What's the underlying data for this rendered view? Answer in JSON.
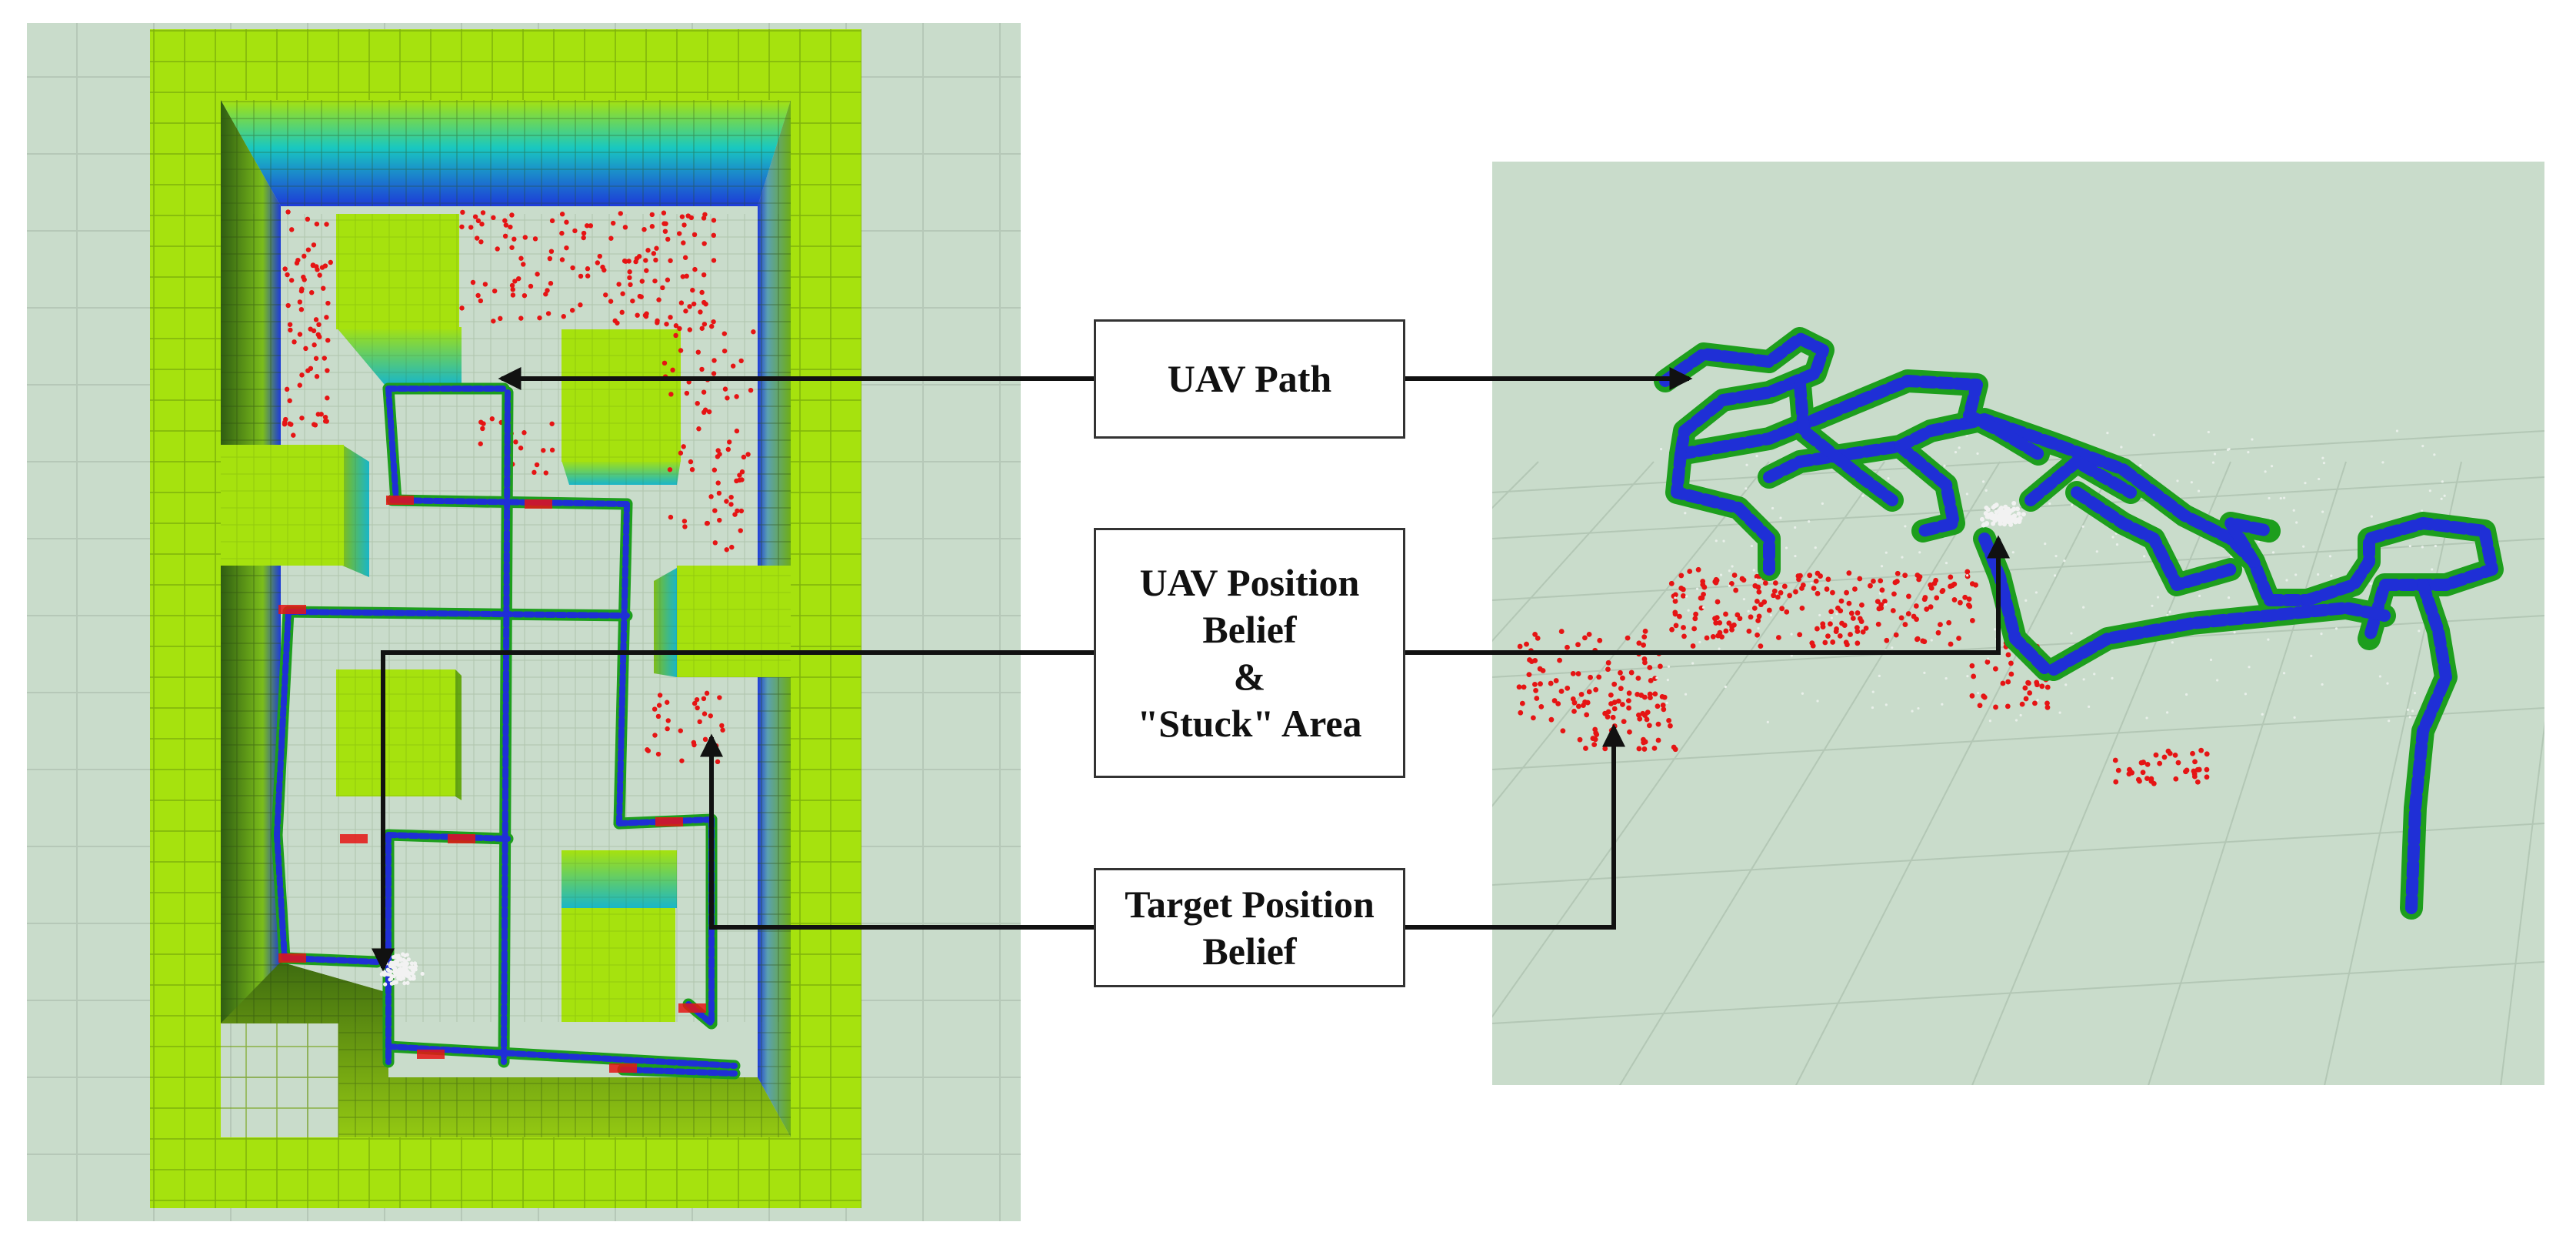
{
  "labels": {
    "uav_path": "UAV Path",
    "uav_position": [
      "UAV Position",
      "Belief",
      "&",
      "\"Stuck\" Area"
    ],
    "target_position": [
      "Target Position",
      "Belief"
    ]
  },
  "colors": {
    "panel_background": "#c9dccb",
    "wall_green": "#a6e20e",
    "wall_blue": "#1d3ad8",
    "wall_cyan": "#19c8c0",
    "path_blue": "#1f2fd6",
    "path_green": "#1d9e1d",
    "particle_red": "#e51414",
    "particle_white": "#f2f2f2",
    "arrow": "#111111"
  },
  "panels": {
    "left": "top-down occupancy map with obstacles, UAV path and particles",
    "right": "3D perspective view of UAV path and particles"
  }
}
